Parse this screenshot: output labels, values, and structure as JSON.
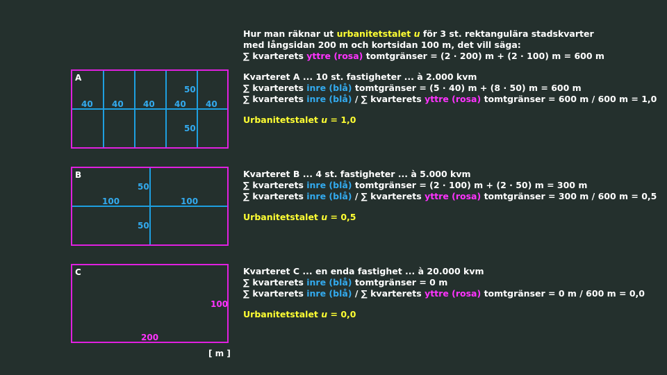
{
  "intro": {
    "l1_a": "Hur man räknar ut ",
    "l1_b": "urbanitetstalet ",
    "l1_u": "u",
    "l1_c": " för 3 st. rektangulära stadskvarter",
    "l2": "med långsidan 200 m och kortsidan 100 m, det vill säga:",
    "l3_a": "∑ kvarterets ",
    "l3_b": "yttre (rosa)",
    "l3_c": " tomtgränser = (2 · 200) m + (2 · 100) m = 600 m"
  },
  "sectionA": {
    "title": "Kvarteret A ... 10 st. fastigheter ... à 2.000 kvm",
    "s1_a": "∑ kvarterets ",
    "s1_b": "inre (blå)",
    "s1_c": " tomtgränser = (5 · 40) m + (8 · 50) m = 600 m",
    "s2_a": "∑ kvarterets ",
    "s2_b": "inre (blå)",
    "s2_c": " / ∑ kvarterets ",
    "s2_d": "yttre (rosa)",
    "s2_e": " tomtgränser = 600 m / 600 m = 1,0",
    "res_a": "Urbanitetstalet ",
    "res_u": "u",
    "res_b": " = 1,0"
  },
  "sectionB": {
    "title": "Kvarteret B ... 4 st. fastigheter ... à 5.000 kvm",
    "s1_a": "∑ kvarterets ",
    "s1_b": "inre (blå)",
    "s1_c": " tomtgränser = (2 · 100) m + (2 · 50) m = 300 m",
    "s2_a": "∑ kvarterets ",
    "s2_b": "inre (blå)",
    "s2_c": " / ∑ kvarterets ",
    "s2_d": "yttre (rosa)",
    "s2_e": " tomtgränser = 300 m / 600 m = 0,5",
    "res_a": "Urbanitetstalet ",
    "res_u": "u",
    "res_b": " = 0,5"
  },
  "sectionC": {
    "title": "Kvarteret C ... en enda fastighet ... à 20.000 kvm",
    "s1_a": "∑ kvarterets ",
    "s1_b": "inre (blå)",
    "s1_c": " tomtgränser = 0 m",
    "s2_a": "∑ kvarterets ",
    "s2_b": "inre (blå)",
    "s2_c": " / ∑ kvarterets ",
    "s2_d": "yttre (rosa)",
    "s2_e": " tomtgränser = 0 m / 600 m = 0,0",
    "res_a": "Urbanitetstalet ",
    "res_u": "u",
    "res_b": " = 0,0"
  },
  "diagramA": {
    "letter": "A",
    "seg_labels": [
      "40",
      "40",
      "40",
      "40",
      "40"
    ],
    "upper_label": "50",
    "lower_label": "50"
  },
  "diagramB": {
    "letter": "B",
    "left_label": "100",
    "right_label": "100",
    "upper_label": "50",
    "lower_label": "50"
  },
  "diagramC": {
    "letter": "C",
    "side_label": "100",
    "bottom_label": "200"
  },
  "unit": "[ m ]",
  "colors": {
    "background": "#24302d",
    "outer_border": "#e020e0",
    "inner_border": "#1e9fe0",
    "highlight": "#ffff33"
  }
}
